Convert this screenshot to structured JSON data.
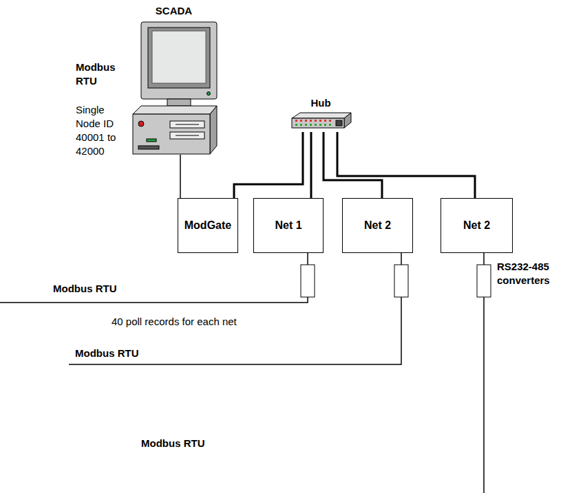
{
  "diagram": {
    "nodes": [
      {
        "text": [
          "SCADA"
        ]
      },
      {
        "text": [
          "Hub"
        ]
      },
      {
        "text": [
          "ModGate"
        ]
      },
      {
        "text": [
          "Net 1"
        ]
      },
      {
        "text": [
          "Net 2"
        ]
      },
      {
        "text": [
          "Net 2"
        ]
      }
    ],
    "edges": [
      {
        "from": 0,
        "to": 2,
        "arrow": "none"
      },
      {
        "from": 1,
        "to": 2,
        "arrow": "none"
      },
      {
        "from": 1,
        "to": 3,
        "arrow": "none"
      },
      {
        "from": 1,
        "to": 4,
        "arrow": "none"
      },
      {
        "from": 1,
        "to": 5,
        "arrow": "none"
      }
    ],
    "labels": [
      "Modbus RTU",
      "Single Node ID 40001 to 42000",
      "RS232-485 converters",
      "Modbus RTU",
      "40 poll records for each net",
      "Modbus RTU",
      "Modbus RTU"
    ]
  }
}
